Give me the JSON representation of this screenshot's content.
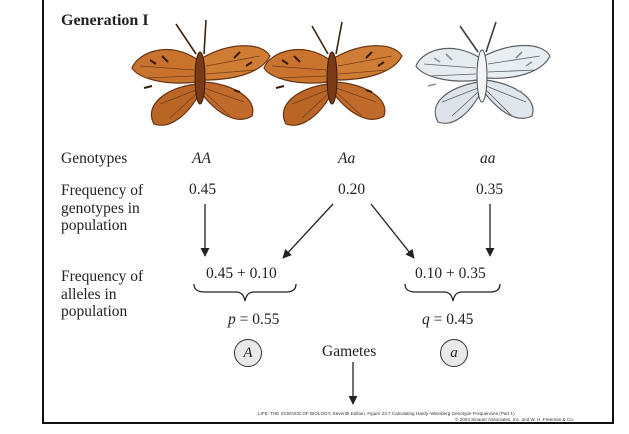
{
  "title": "Generation I",
  "row_labels": {
    "genotypes": "Genotypes",
    "genotype_frequency": "Frequency of genotypes in population",
    "allele_frequency": "Frequency of alleles in population"
  },
  "genotypes": [
    "AA",
    "Aa",
    "aa"
  ],
  "genotype_frequencies": [
    "0.45",
    "0.20",
    "0.35"
  ],
  "allele_sums": [
    "0.45 + 0.10",
    "0.10 + 0.35"
  ],
  "allele_results": {
    "p_label": "p",
    "p_eq": " = 0.55",
    "q_label": "q",
    "q_eq": " = 0.45"
  },
  "gametes": {
    "label": "Gametes",
    "allele_A": "A",
    "allele_a": "a"
  },
  "credit": {
    "line1": "LIFE: THE SCIENCE OF BIOLOGY, Seventh Edition, Figure 23.7 Calculating Hardy–Weinberg Genotype Frequencies (Part 1)",
    "line2": "© 2004 Sinauer Associates, Inc. and W. H. Freeman & Co."
  },
  "colors": {
    "orange_wing": "#c8742e",
    "orange_dark": "#6b3414",
    "white_wing": "#e6ebef",
    "white_dark": "#5b6066",
    "line": "#222222",
    "circle_fill": "#e9e9e9"
  }
}
